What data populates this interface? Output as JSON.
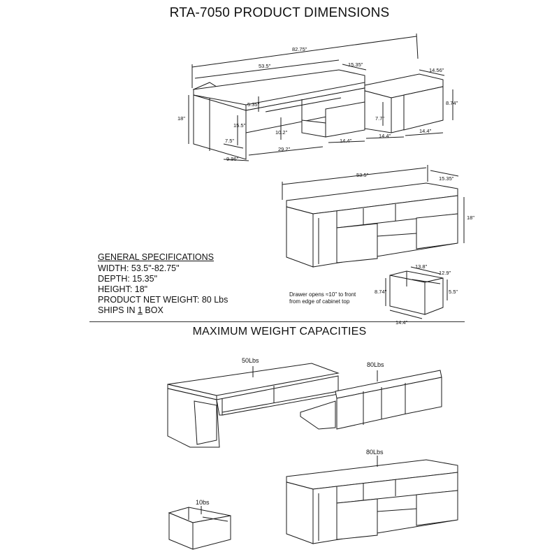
{
  "header": {
    "title": "RTA-7050 PRODUCT DIMENSIONS"
  },
  "top_diagram": {
    "dims": {
      "total_width": "82.75\"",
      "top_width": "53.5\"",
      "top_depth": "15.35\"",
      "right_depth": "14.56\"",
      "right_height": "8.74\"",
      "shelf_height": "5.35\"",
      "side_height": "15.5\"",
      "total_height": "18\"",
      "left_inner": "7.5\"",
      "left_width": "9.96\"",
      "inner_height": "10.2\"",
      "cubby_height": "7.7\"",
      "span": "29.2\"",
      "drawer_a": "14.4\"",
      "drawer_b": "14.4\"",
      "drawer_c": "14.4\""
    }
  },
  "mid_diagram": {
    "dims": {
      "width": "53.5\"",
      "depth": "15.35\"",
      "height": "18\""
    }
  },
  "drawer_diagram": {
    "dims": {
      "width": "13.8\"",
      "depth": "12.9\"",
      "height": "8.74\"",
      "inner_height": "5.5\"",
      "front": "14.4\""
    },
    "note_line1": "Drawer opens ≈10\" to front",
    "note_line2": "from edge of cabinet top"
  },
  "specs": {
    "heading": "GENERAL SPECIFICATIONS",
    "width": "WIDTH:  53.5\"-82.75\"",
    "depth": "DEPTH:  15.35\"",
    "height": "HEIGHT: 18\"",
    "weight": "PRODUCT NET WEIGHT: 80 Lbs",
    "ships_prefix": "SHIPS IN ",
    "ships_count": "1",
    "ships_suffix": " BOX"
  },
  "weights": {
    "title": "MAXIMUM WEIGHT CAPACITIES",
    "top_left": "50Lbs",
    "top_right": "80Lbs",
    "bottom_unit": "80Lbs",
    "drawer": "10bs"
  }
}
